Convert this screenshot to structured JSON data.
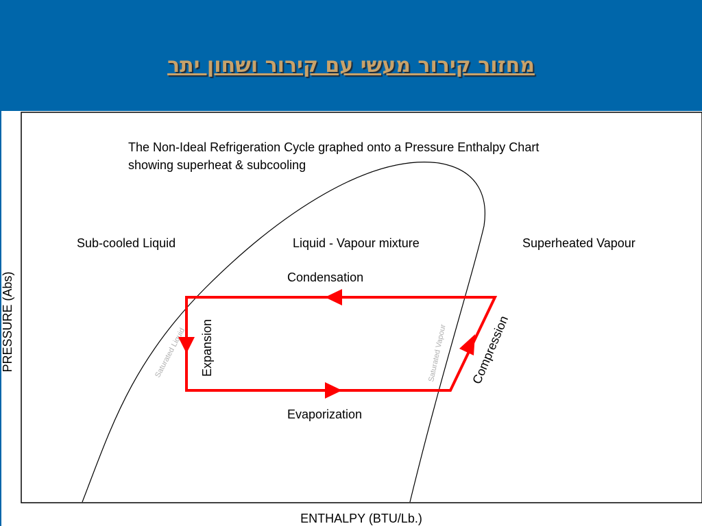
{
  "slide": {
    "title": "מחזור קירור מעשי עם קירור ושחון יתר"
  },
  "diagram": {
    "description_line1": "The Non-Ideal Refrigeration Cycle graphed onto a Pressure Enthalpy Chart",
    "description_line2": "showing superheat & subcooling",
    "regions": {
      "subcooled": "Sub-cooled Liquid",
      "mixture": "Liquid - Vapour mixture",
      "superheated": "Superheated Vapour"
    },
    "processes": {
      "condensation": "Condensation",
      "expansion": "Expansion",
      "compression": "Compression",
      "evaporization": "Evaporization"
    },
    "curves": {
      "saturated_liquid": "Saturated Liquid",
      "saturated_vapour": "Saturated Vapour"
    },
    "axes": {
      "x_label": "ENTHALPY (BTU/Lb.)",
      "y_label": "PRESSURE (Abs)"
    },
    "colors": {
      "cycle": "#ff0000",
      "curve": "#000000",
      "saturation_label": "#b0b0b0",
      "header": "#0066aa",
      "title": "#c8a26a"
    }
  }
}
